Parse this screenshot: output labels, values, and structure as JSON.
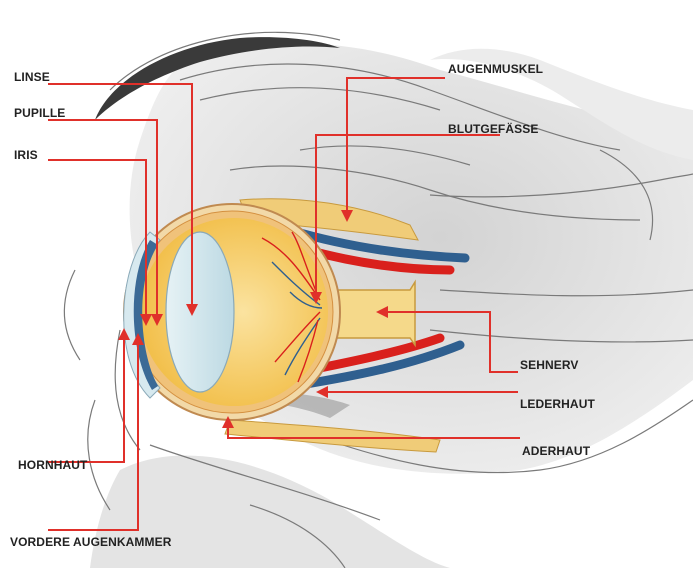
{
  "labels": {
    "linse": "LINSE",
    "pupille": "PUPILLE",
    "iris": "IRIS",
    "augenmuskel": "AUGENMUSKEL",
    "blutgefaesse": "BLUTGEFÄSSE",
    "sehnerv": "SEHNERV",
    "lederhaut": "LEDERHAUT",
    "aderhaut": "ADERHAUT",
    "hornhaut": "HORNHAUT",
    "vordere_augenkammer": "VORDERE AUGENKAMMER"
  },
  "colors": {
    "leader": "#e0302a",
    "label_text": "#222222",
    "sclera": "#f2d9a8",
    "choroid": "#f0c27a",
    "eyeball_fill": "#f7cc55",
    "lens": "#cfe6ee",
    "muscle": "#f0cc78",
    "artery": "#d9201c",
    "vein": "#2f5f8f",
    "orbit_shading": "#dcdcdc"
  }
}
